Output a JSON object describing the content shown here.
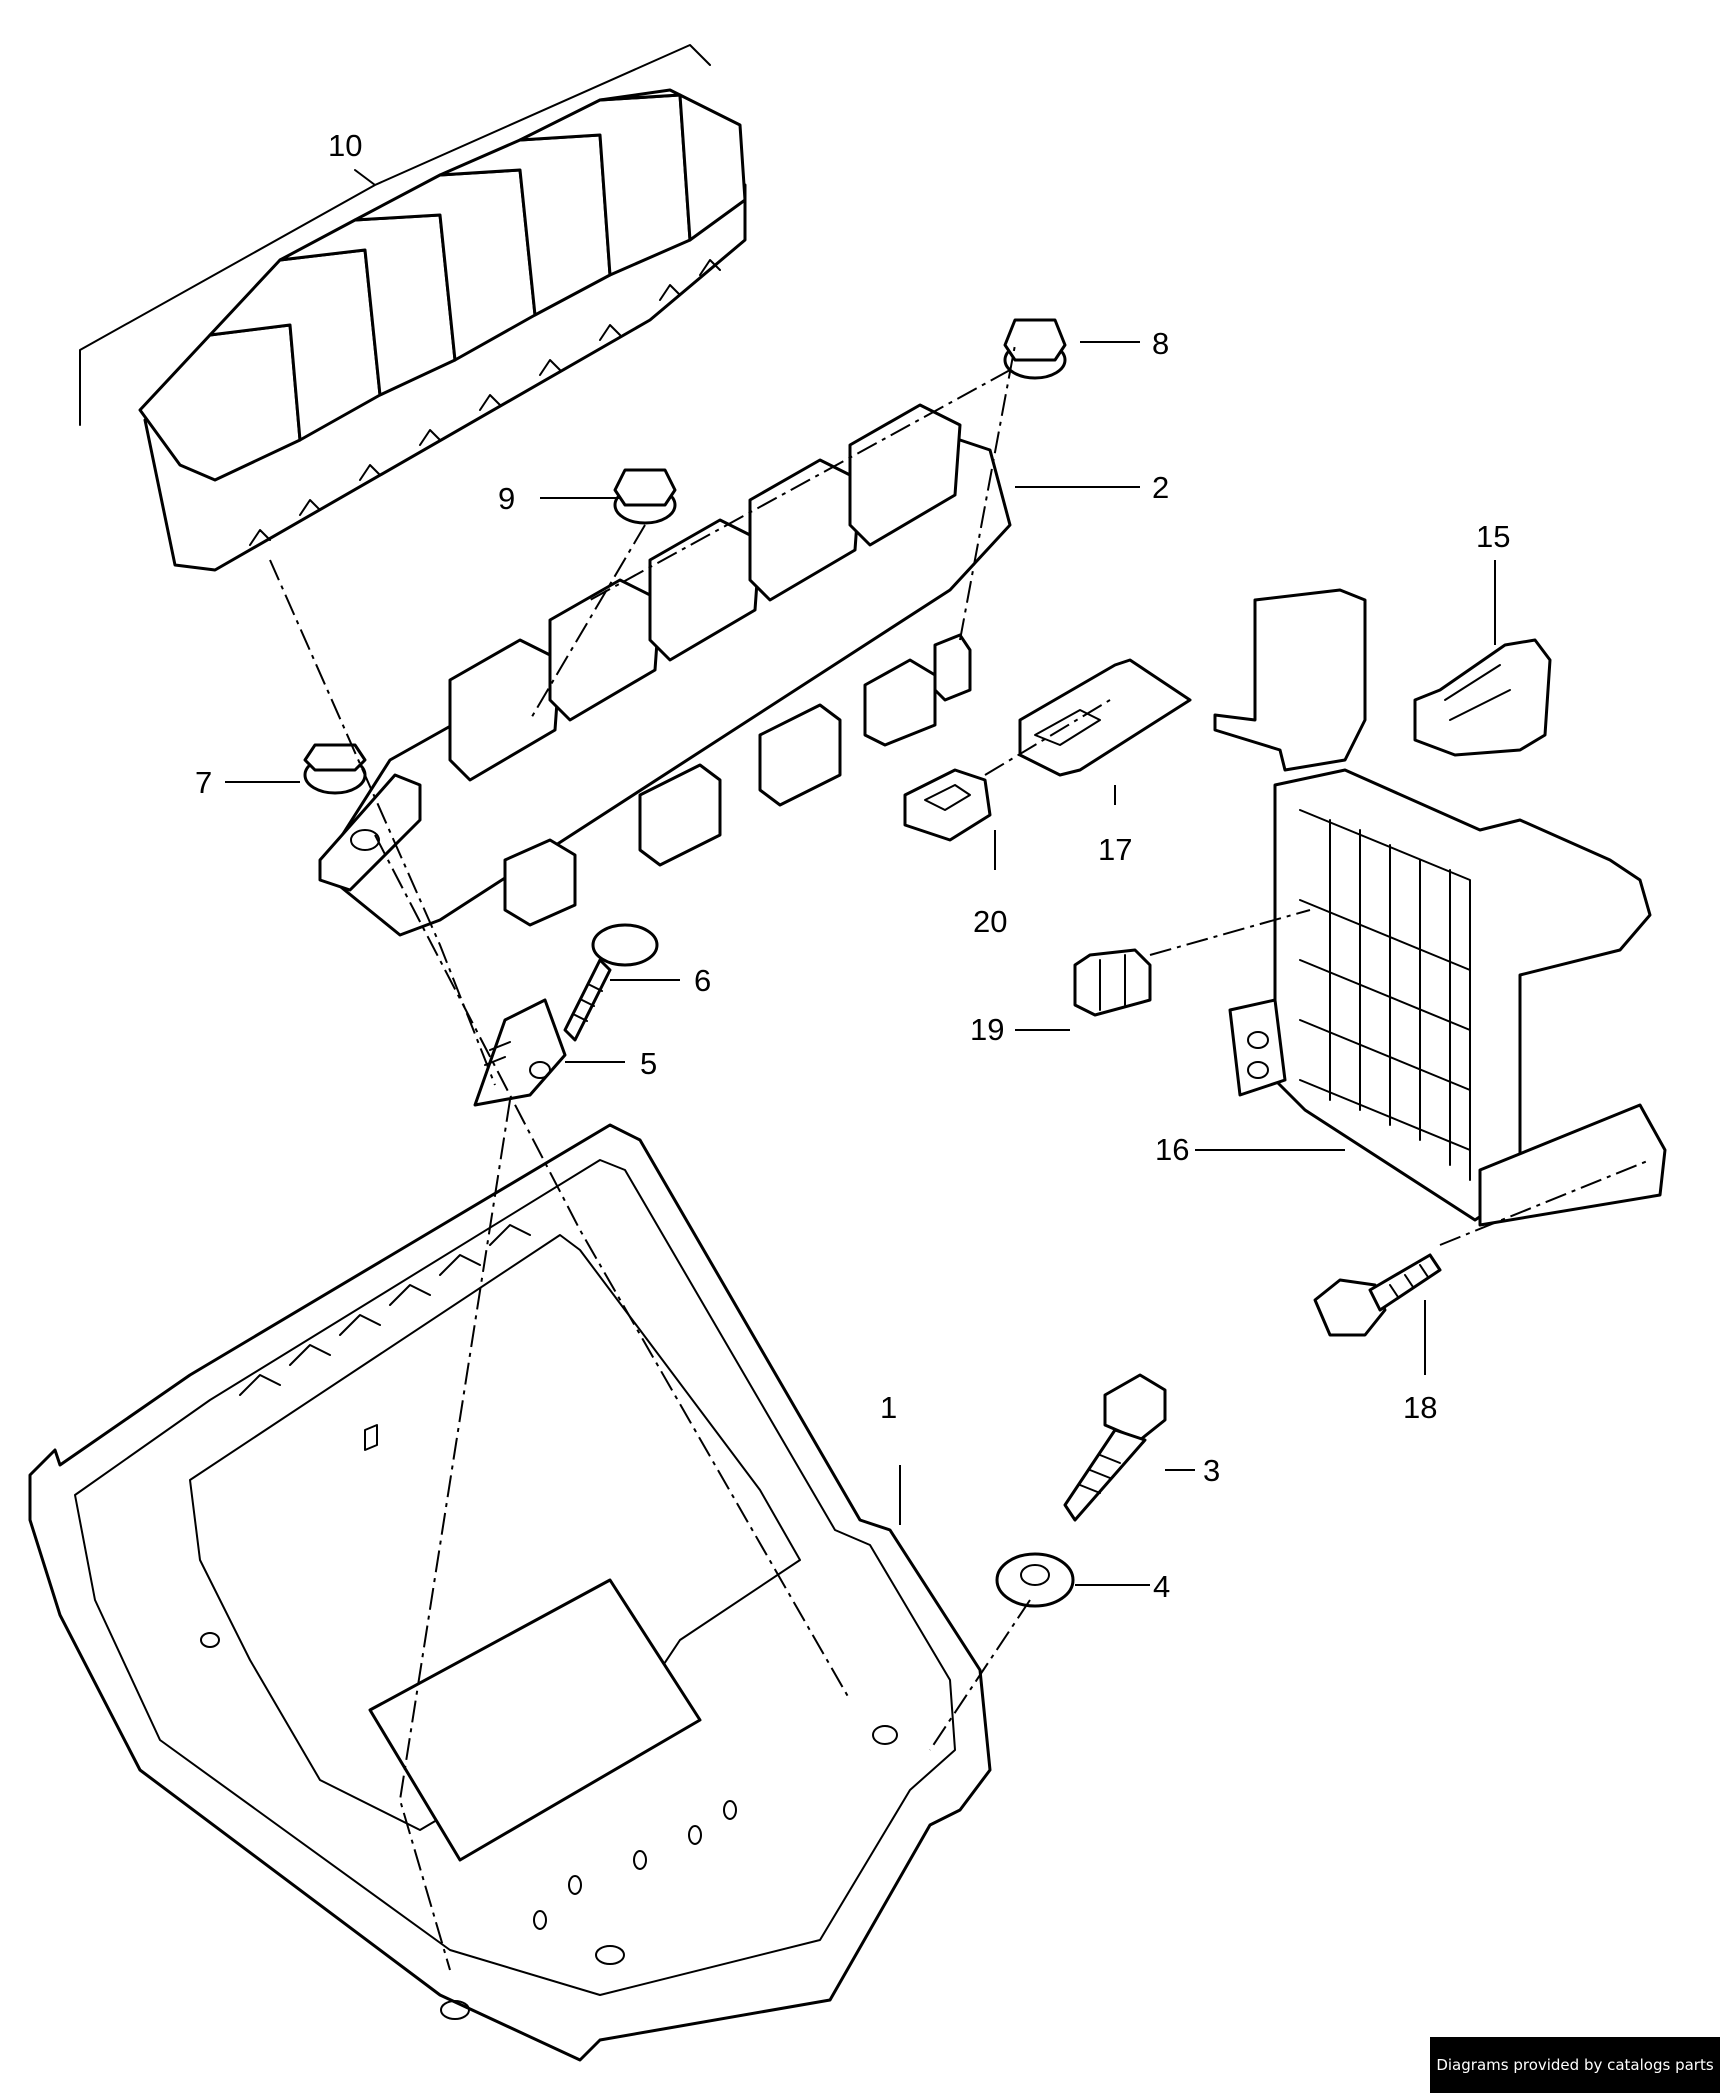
{
  "callouts": {
    "c1": "1",
    "c2": "2",
    "c3": "3",
    "c4": "4",
    "c5": "5",
    "c6": "6",
    "c7": "7",
    "c8": "8",
    "c9": "9",
    "c10": "10",
    "c15": "15",
    "c16": "16",
    "c17": "17",
    "c18": "18",
    "c19": "19",
    "c20": "20"
  },
  "footer": {
    "credit": "Diagrams provided by catalogs parts"
  },
  "colors": {
    "line": "#000000",
    "background": "#ffffff",
    "credit_bg": "#000000",
    "credit_text": "#ffffff"
  }
}
